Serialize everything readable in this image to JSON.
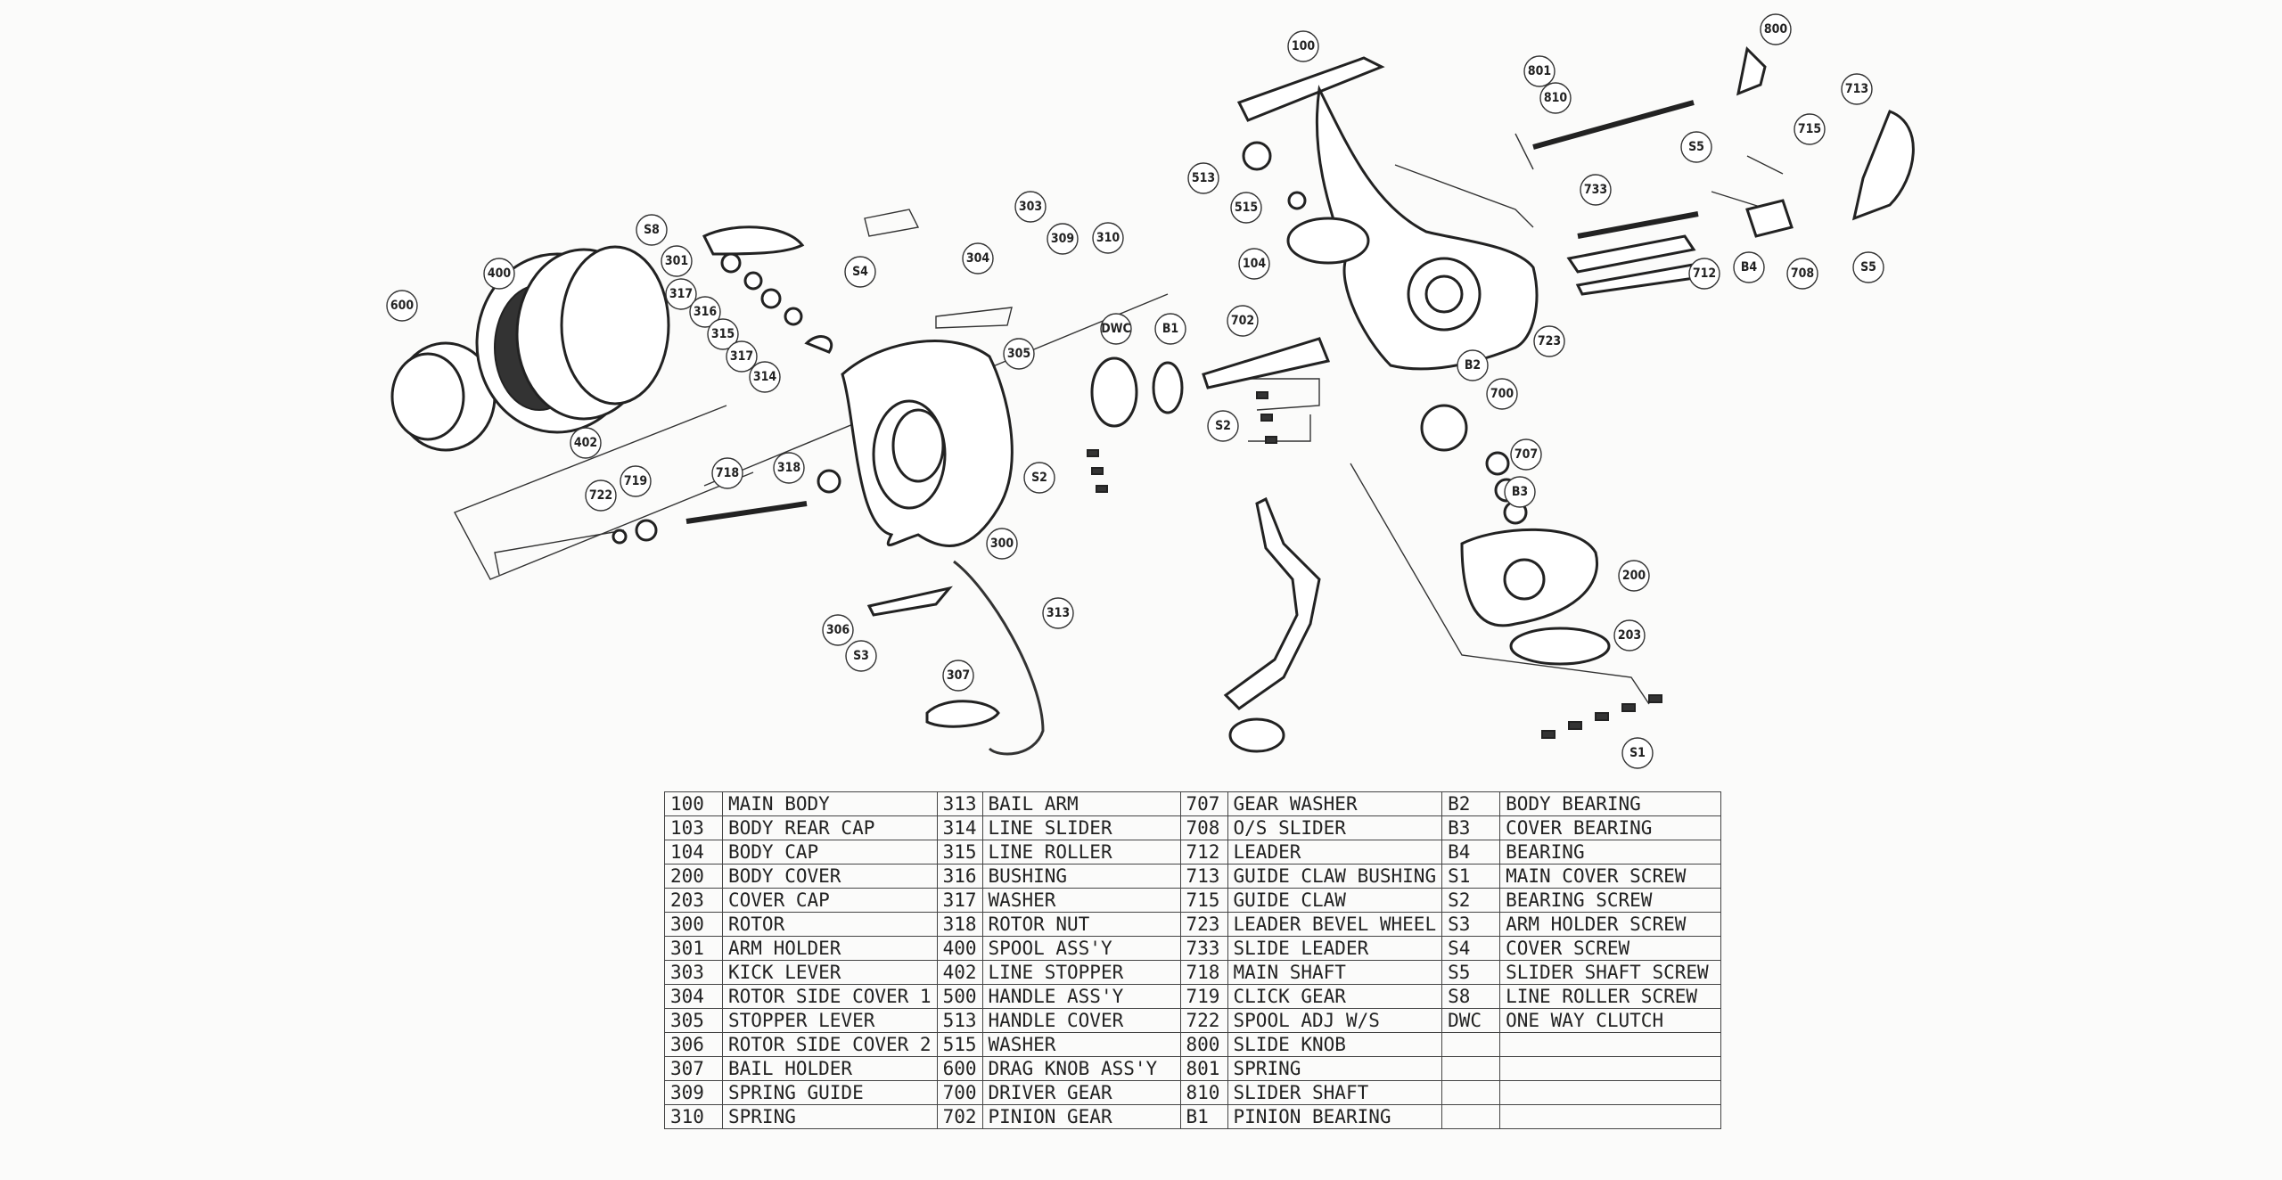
{
  "diagram": {
    "callouts": [
      "100",
      "800",
      "801",
      "810",
      "713",
      "715",
      "S5",
      "513",
      "515",
      "104",
      "733",
      "712",
      "B4",
      "708",
      "S5",
      "723",
      "S8",
      "301",
      "317",
      "316",
      "315",
      "317",
      "314",
      "400",
      "600",
      "402",
      "303",
      "309",
      "310",
      "S4",
      "304",
      "305",
      "DWC",
      "B1",
      "702",
      "B2",
      "700",
      "S2",
      "S2",
      "707",
      "B3",
      "200",
      "203",
      "S1",
      "318",
      "718",
      "719",
      "722",
      "300",
      "306",
      "S3",
      "313",
      "307"
    ]
  },
  "parts_table": {
    "rows": [
      [
        [
          "100",
          "MAIN BODY"
        ],
        [
          "313",
          "BAIL ARM"
        ],
        [
          "707",
          "GEAR WASHER"
        ],
        [
          "B2",
          "BODY BEARING"
        ]
      ],
      [
        [
          "103",
          "BODY REAR CAP"
        ],
        [
          "314",
          "LINE SLIDER"
        ],
        [
          "708",
          "O/S SLIDER"
        ],
        [
          "B3",
          "COVER BEARING"
        ]
      ],
      [
        [
          "104",
          "BODY CAP"
        ],
        [
          "315",
          "LINE ROLLER"
        ],
        [
          "712",
          "LEADER"
        ],
        [
          "B4",
          "BEARING"
        ]
      ],
      [
        [
          "200",
          "BODY COVER"
        ],
        [
          "316",
          "BUSHING"
        ],
        [
          "713",
          "GUIDE CLAW BUSHING"
        ],
        [
          "S1",
          "MAIN COVER SCREW"
        ]
      ],
      [
        [
          "203",
          "COVER CAP"
        ],
        [
          "317",
          "WASHER"
        ],
        [
          "715",
          "GUIDE CLAW"
        ],
        [
          "S2",
          "BEARING SCREW"
        ]
      ],
      [
        [
          "300",
          "ROTOR"
        ],
        [
          "318",
          "ROTOR NUT"
        ],
        [
          "723",
          "LEADER BEVEL WHEEL"
        ],
        [
          "S3",
          "ARM HOLDER SCREW"
        ]
      ],
      [
        [
          "301",
          "ARM HOLDER"
        ],
        [
          "400",
          "SPOOL ASS'Y"
        ],
        [
          "733",
          "SLIDE LEADER"
        ],
        [
          "S4",
          "COVER SCREW"
        ]
      ],
      [
        [
          "303",
          "KICK LEVER"
        ],
        [
          "402",
          "LINE STOPPER"
        ],
        [
          "718",
          "MAIN SHAFT"
        ],
        [
          "S5",
          "SLIDER SHAFT SCREW"
        ]
      ],
      [
        [
          "304",
          "ROTOR SIDE COVER 1"
        ],
        [
          "500",
          "HANDLE ASS'Y"
        ],
        [
          "719",
          "CLICK GEAR"
        ],
        [
          "S8",
          "LINE ROLLER SCREW"
        ]
      ],
      [
        [
          "305",
          "STOPPER LEVER"
        ],
        [
          "513",
          "HANDLE COVER"
        ],
        [
          "722",
          "SPOOL ADJ W/S"
        ],
        [
          "DWC",
          "ONE WAY CLUTCH"
        ]
      ],
      [
        [
          "306",
          "ROTOR SIDE COVER 2"
        ],
        [
          "515",
          "WASHER"
        ],
        [
          "800",
          "SLIDE KNOB"
        ],
        [
          "",
          ""
        ]
      ],
      [
        [
          "307",
          "BAIL HOLDER"
        ],
        [
          "600",
          "DRAG KNOB ASS'Y"
        ],
        [
          "801",
          "SPRING"
        ],
        [
          "",
          ""
        ]
      ],
      [
        [
          "309",
          "SPRING GUIDE"
        ],
        [
          "700",
          "DRIVER GEAR"
        ],
        [
          "810",
          "SLIDER SHAFT"
        ],
        [
          "",
          ""
        ]
      ],
      [
        [
          "310",
          "SPRING"
        ],
        [
          "702",
          "PINION GEAR"
        ],
        [
          "B1",
          "PINION BEARING"
        ],
        [
          "",
          ""
        ]
      ]
    ]
  }
}
